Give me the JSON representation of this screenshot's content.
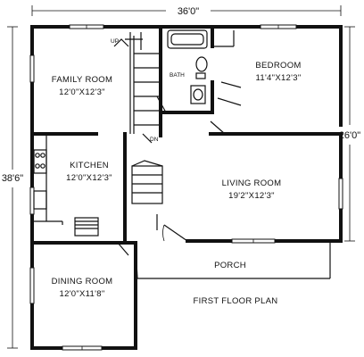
{
  "plan": {
    "title": "FIRST FLOOR PLAN",
    "dimensions": {
      "top": "36'0\"",
      "right": "26'0\"",
      "left": "38'6\""
    },
    "rooms": {
      "family_room": {
        "name": "FAMILY ROOM",
        "size": "12'0\"X12'3\""
      },
      "bedroom": {
        "name": "BEDROOM",
        "size": "11'4\"X12'3\""
      },
      "kitchen": {
        "name": "KITCHEN",
        "size": "12'0\"X12'3\""
      },
      "living_room": {
        "name": "LIVING ROOM",
        "size": "19'2\"X12'3\""
      },
      "dining_room": {
        "name": "DINING ROOM",
        "size": "12'0\"X11'8\""
      },
      "porch": {
        "name": "PORCH"
      },
      "bath": {
        "name": "BATH"
      }
    },
    "stairs": {
      "up": "UP",
      "down": "DN"
    }
  }
}
